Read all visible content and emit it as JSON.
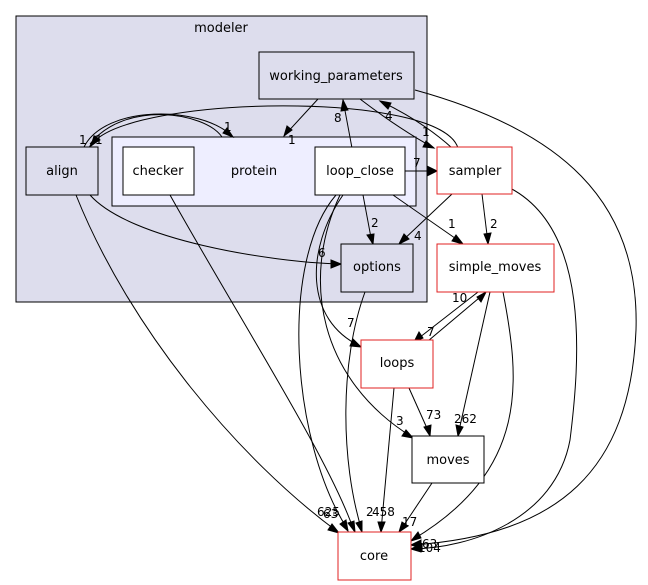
{
  "clusters": {
    "modeler": "modeler",
    "protein": "protein"
  },
  "nodes": {
    "working_parameters": "working_parameters",
    "align": "align",
    "checker": "checker",
    "loop_close": "loop_close",
    "options": "options",
    "sampler": "sampler",
    "simple_moves": "simple_moves",
    "loops": "loops",
    "moves": "moves",
    "core": "core"
  },
  "edge_labels": {
    "wp_protein": "1",
    "wp_sampler": "4",
    "protein_align": "1",
    "align_protein": "1",
    "sampler_align": "1",
    "sampler_wp": "1",
    "loopclose_wp": "8",
    "loopclose_sampler": "7",
    "loopclose_options": "2",
    "loopclose_simplemoves": "1",
    "loopclose_loops": "7",
    "loopclose_moves": "3",
    "loopclose_core": "625",
    "sampler_options": "4",
    "sampler_simplemoves": "2",
    "sampler_core": "104",
    "align_options": "6",
    "align_core": "63",
    "checker_core": "2",
    "options_core": "2",
    "simplemoves_loops": "7",
    "loops_simplemoves": "10",
    "simplemoves_moves": "262",
    "simplemoves_core": "458",
    "loops_moves": "73",
    "loops_core": "2",
    "moves_core": "17",
    "wp_core": "63"
  },
  "colors": {
    "cluster_outer": "#dddded",
    "cluster_inner": "#eeeeff",
    "red_border": "#e02020"
  }
}
